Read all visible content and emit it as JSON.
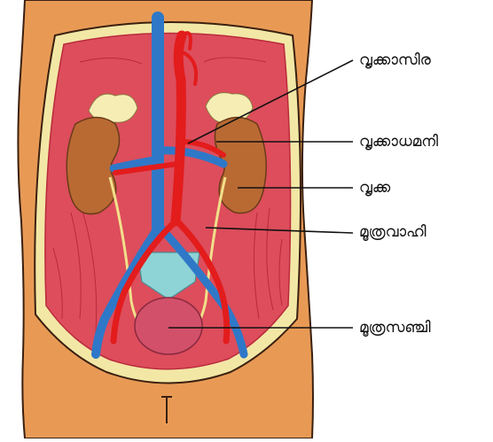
{
  "labels": {
    "renal_vein": "വൃക്കാസിര",
    "renal_artery": "വൃക്കാധമനി",
    "kidney": "വൃക്ക",
    "ureter": "മൂത്രവാഹി",
    "bladder": "മൂത്രസഞ്ചി"
  },
  "colors": {
    "skin": "#e89a55",
    "skin_outline": "#3a2010",
    "cavity_rim": "#f3e7a6",
    "muscle": "#dd4d5c",
    "muscle_line": "#b92a3c",
    "kidney": "#b96a33",
    "adrenal": "#f6edb5",
    "vein": "#2f78c8",
    "artery": "#e31c1c",
    "ureter": "#f1e08a",
    "bladder": "#d2506a",
    "sacrum": "#8ed3d6",
    "leader_line": "#111111"
  }
}
